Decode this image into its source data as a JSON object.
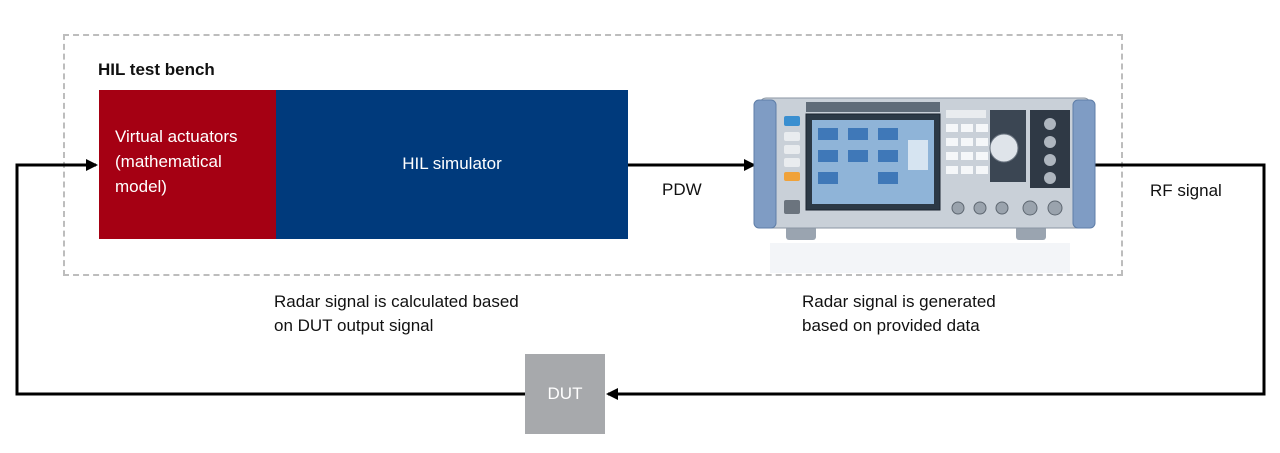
{
  "bench": {
    "title": "HIL test bench"
  },
  "blocks": {
    "actuators": {
      "lines": [
        "Virtual actuators",
        "(mathematical",
        "model)"
      ]
    },
    "simulator": {
      "label": "HIL simulator"
    },
    "generator": {
      "icon": "vector-signal-generator-image"
    },
    "dut": {
      "label": "DUT"
    }
  },
  "signals": {
    "pdw": "PDW",
    "rf": "RF signal"
  },
  "captions": {
    "left": [
      "Radar signal is calculated based",
      "on DUT output signal"
    ],
    "right": [
      "Radar signal is generated",
      "based on provided data"
    ]
  },
  "colors": {
    "actuators": "#a50013",
    "simulator": "#003a7c",
    "dut": "#a7a9ac",
    "line": "#000000",
    "bench_border": "#bdbdbd"
  }
}
